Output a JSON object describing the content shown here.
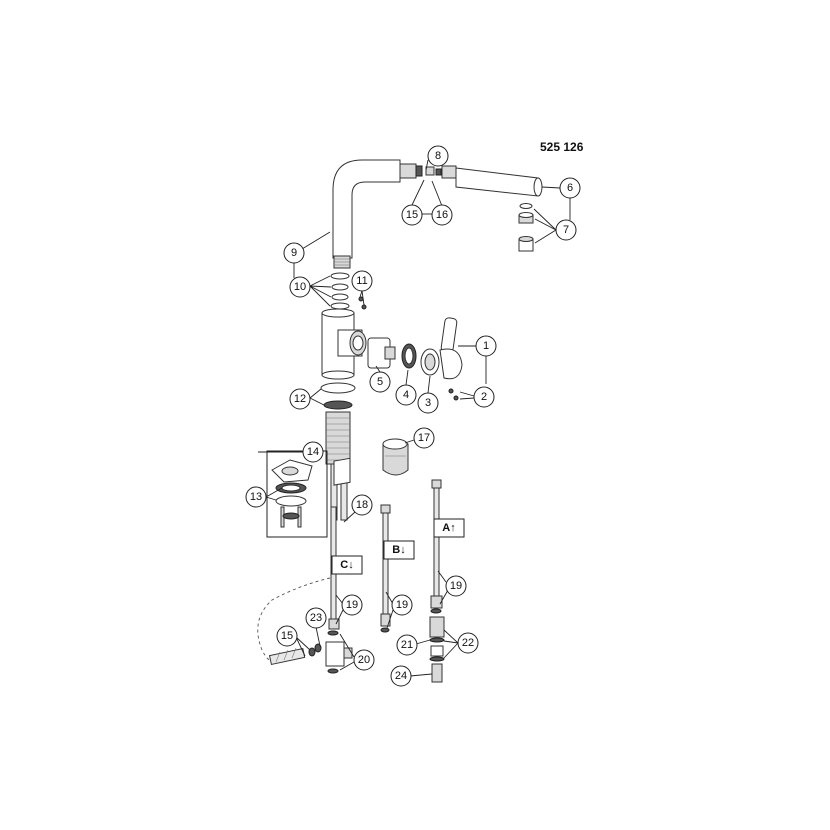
{
  "model_number": "525 126",
  "callouts": {
    "c1": "1",
    "c2": "2",
    "c3": "3",
    "c4": "4",
    "c5": "5",
    "c6": "6",
    "c7": "7",
    "c8": "8",
    "c9": "9",
    "c10": "10",
    "c11": "11",
    "c12": "12",
    "c13": "13",
    "c14": "14",
    "c15a": "15",
    "c15b": "15",
    "c16": "16",
    "c17": "17",
    "c18": "18",
    "c19a": "19",
    "c19b": "19",
    "c19c": "19",
    "c20": "20",
    "c21": "21",
    "c22": "22",
    "c23": "23",
    "c24": "24"
  },
  "hose_labels": {
    "a": "A↑",
    "b": "B↓",
    "c": "C↓"
  }
}
